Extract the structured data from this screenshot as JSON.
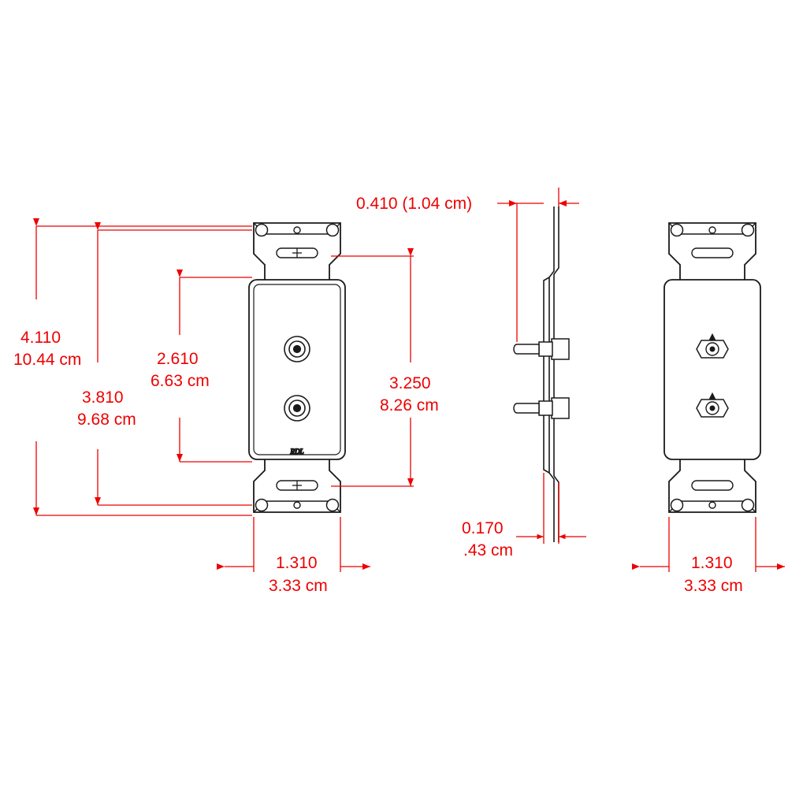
{
  "diagram": {
    "title": "RDL decora wall plate mechanical drawing",
    "colors": {
      "dimension": "#ee0000",
      "outline": "#1a1a1a",
      "background": "#ffffff"
    },
    "views": [
      {
        "name": "front-view",
        "label": ""
      },
      {
        "name": "side-view",
        "label": ""
      },
      {
        "name": "rear-view",
        "label": ""
      }
    ],
    "brand_mark": "RDL",
    "dimensions": {
      "overall_height": {
        "inches": "4.110",
        "cm": "10.44 cm"
      },
      "mounting_hole_height": {
        "inches": "3.810",
        "cm": "9.68 cm"
      },
      "jack_spacing_height": {
        "inches": "2.610",
        "cm": "6.63 cm"
      },
      "plate_height": {
        "inches": "3.250",
        "cm": "8.26 cm"
      },
      "width_front": {
        "inches": "1.310",
        "cm": "3.33 cm"
      },
      "width_rear": {
        "inches": "1.310",
        "cm": "3.33 cm"
      },
      "depth_total": {
        "inches": "0.410",
        "cm": "(1.04 cm)",
        "combined": "0.410 (1.04 cm)"
      },
      "plate_thickness": {
        "inches": "0.170",
        "cm": ".43 cm"
      }
    }
  }
}
